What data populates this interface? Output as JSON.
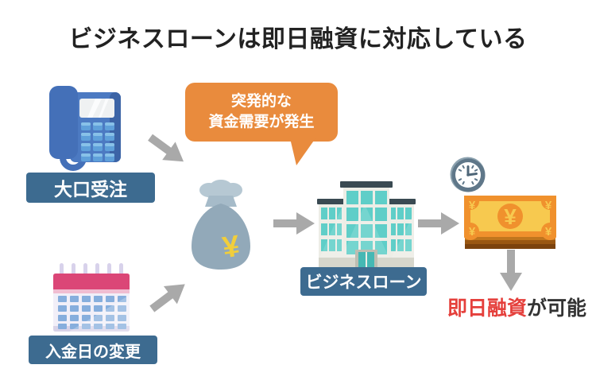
{
  "title": "ビジネスローンは即日融資に対応している",
  "bubble": {
    "line1": "突発的な",
    "line2": "資金需要が発生"
  },
  "labels": {
    "phone": "大口受注",
    "calendar": "入金日の変更",
    "building": "ビジネスローン"
  },
  "result": {
    "highlight": "即日融資",
    "rest": "が可能"
  },
  "symbols": {
    "bag_yen": "¥",
    "note_yen_center": "¥",
    "note_yen_corner": "¥"
  },
  "icons": {
    "phone": "telephone-icon",
    "calendar": "calendar-icon",
    "money_bag": "money-bag-icon",
    "building": "office-building-icon",
    "clock": "clock-icon",
    "banknote": "yen-banknote-icon"
  },
  "colors": {
    "label_bg": "#3D6B90",
    "bubble_bg": "#E98B3D",
    "arrow": "#A9A9A9",
    "accent_red": "#E5403C",
    "title_color": "#222222",
    "text_dark": "#333333"
  }
}
